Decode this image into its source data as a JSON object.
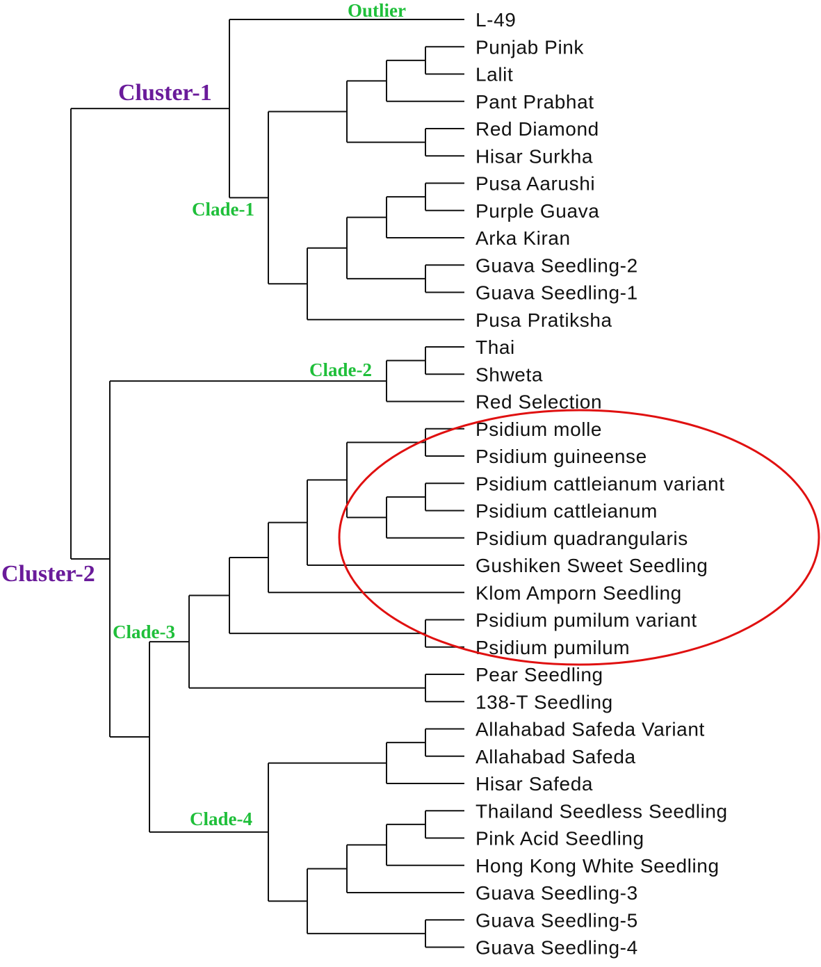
{
  "colors": {
    "cluster": "#6a1b9a",
    "clade": "#1fbf3a",
    "highlight_ellipse": "#e01010",
    "branch": "#111111"
  },
  "leaves": [
    "L-49",
    "Punjab Pink",
    "Lalit",
    "Pant Prabhat",
    "Red Diamond",
    "Hisar Surkha",
    "Pusa Aarushi",
    "Purple Guava",
    "Arka Kiran",
    "Guava Seedling-2",
    "Guava Seedling-1",
    "Pusa Pratiksha",
    "Thai",
    "Shweta",
    "Red Selection",
    "Psidium molle",
    "Psidium guineense",
    "Psidium cattleianum variant",
    "Psidium cattleianum",
    "Psidium quadrangularis",
    "Gushiken Sweet Seedling",
    "Klom Amporn Seedling",
    "Psidium pumilum variant",
    "Psidium pumilum",
    "Pear Seedling",
    "138-T Seedling",
    "Allahabad Safeda Variant",
    "Allahabad Safeda",
    "Hisar Safeda",
    "Thailand Seedless Seedling",
    "Pink Acid Seedling",
    "Hong Kong White Seedling",
    "Guava Seedling-3",
    "Guava Seedling-5",
    "Guava Seedling-4"
  ],
  "groups": {
    "outlier": "Outlier",
    "cluster_1": "Cluster-1",
    "cluster_2": "Cluster-2",
    "clade_1": "Clade-1",
    "clade_2": "Clade-2",
    "clade_3": "Clade-3",
    "clade_4": "Clade-4"
  }
}
